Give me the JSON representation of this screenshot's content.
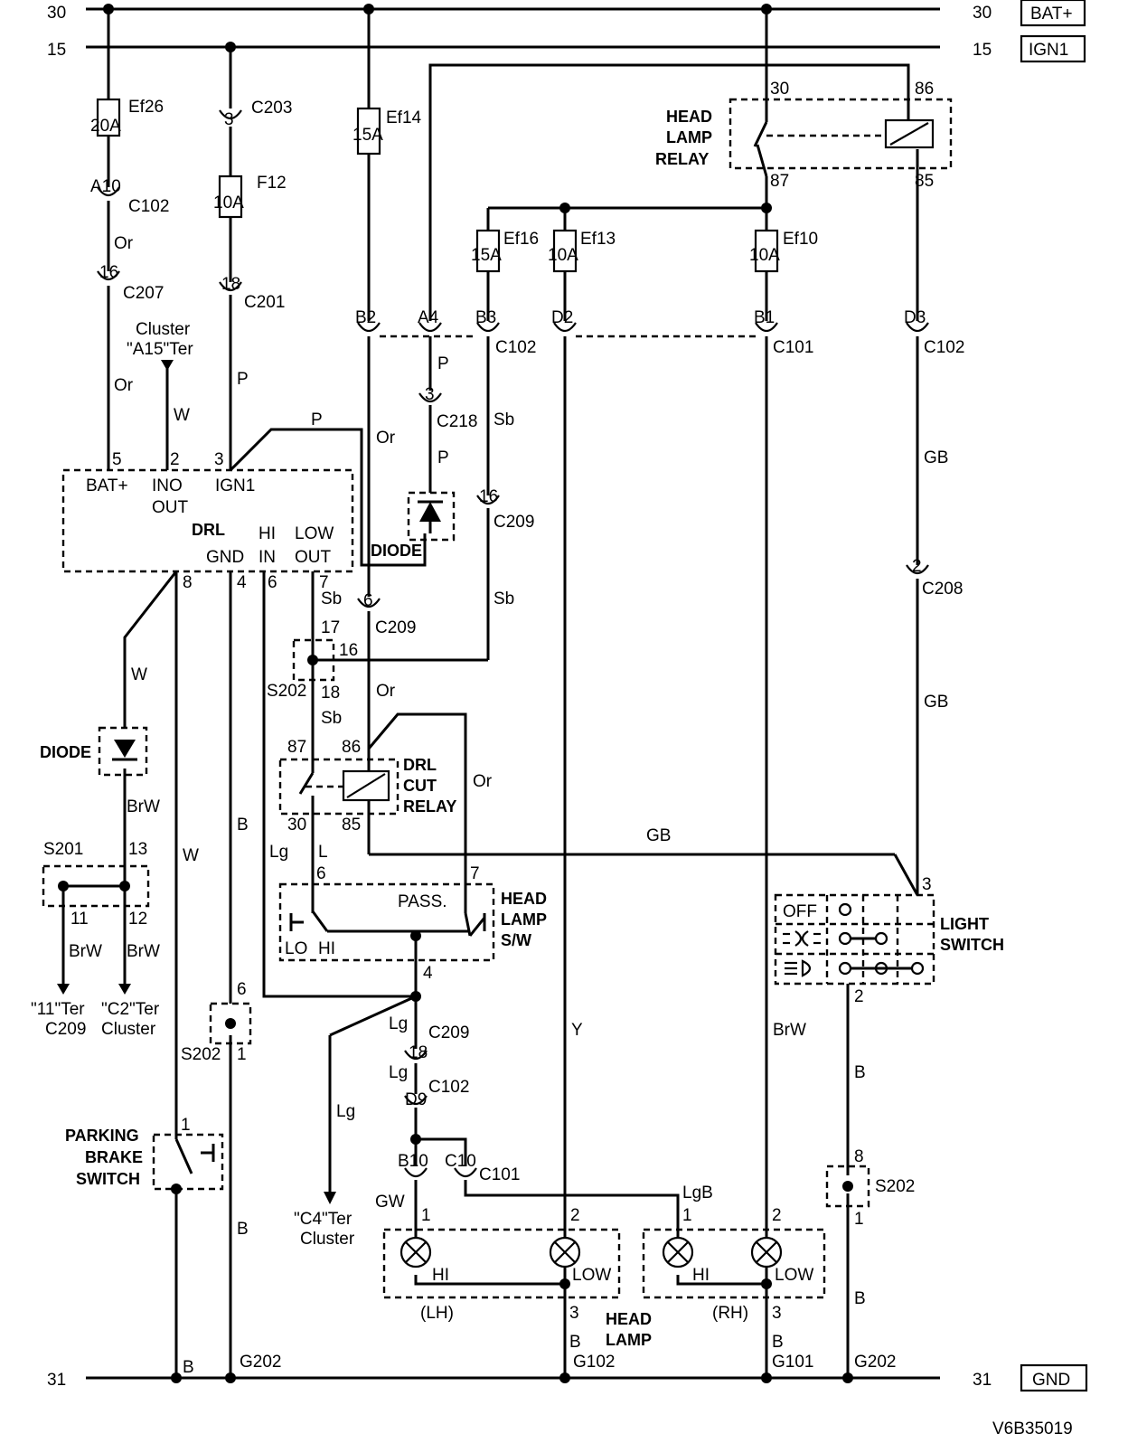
{
  "rails": {
    "top_30_left": "30",
    "top_30_right": "30",
    "bat_label": "BAT+",
    "top_15_left": "15",
    "top_15_right": "15",
    "ign_label": "IGN1",
    "bottom_31_left": "31",
    "bottom_31_right": "31",
    "gnd_label": "GND"
  },
  "fuses": {
    "ef26_name": "Ef26",
    "ef26_rating": "20A",
    "f12_name": "F12",
    "f12_rating": "10A",
    "ef14_name": "Ef14",
    "ef14_rating": "15A",
    "ef16_name": "Ef16",
    "ef16_rating": "15A",
    "ef13_name": "Ef13",
    "ef13_rating": "10A",
    "ef10_name": "Ef10",
    "ef10_rating": "10A"
  },
  "headlamp_relay": {
    "title1": "HEAD",
    "title2": "LAMP",
    "title3": "RELAY",
    "pin30": "30",
    "pin86": "86",
    "pin87": "87",
    "pin85": "85"
  },
  "connectors": {
    "c203": "C203",
    "c203_pin": "3",
    "c102_a": "C102",
    "c102_a_pin": "A10",
    "c207": "C207",
    "c207_pin": "16",
    "c201": "C201",
    "c201_pin": "18",
    "c102_b": "C102",
    "b2": "B2",
    "a4": "A4",
    "b3": "B3",
    "d2": "D2",
    "b1": "B1",
    "c101_a": "C101",
    "d3": "D3",
    "c102_c": "C102",
    "c218": "C218",
    "c218_pin": "3",
    "c209_a": "C209",
    "c209_a_pin": "16",
    "c208": "C208",
    "c208_pin": "2",
    "c209_b": "C209",
    "c209_b_pin": "6",
    "c209_c": "C209",
    "c209_c_pin": "18",
    "c102_d": "C102",
    "c102_d_pin": "D9",
    "c101_b": "C101",
    "b10": "B10",
    "c10": "C10"
  },
  "wires": {
    "or1": "Or",
    "or2": "Or",
    "p1": "P",
    "w1": "W",
    "p2": "P",
    "p3": "P",
    "p4": "P",
    "sb1": "Sb",
    "or3": "Or",
    "gb1": "GB",
    "sb2": "Sb",
    "sb3": "Sb",
    "or4": "Or",
    "sb4": "Sb",
    "or5": "Or",
    "gb2": "GB",
    "w2": "W",
    "brw1": "BrW",
    "w3": "W",
    "b1": "B",
    "lg1": "Lg",
    "l1": "L",
    "gb3": "GB",
    "brw2": "BrW",
    "brw3": "BrW",
    "lg2": "Lg",
    "lg3": "Lg",
    "lg4": "Lg",
    "y1": "Y",
    "brw4": "BrW",
    "b2": "B",
    "b3": "B",
    "gw": "GW",
    "lgb": "LgB",
    "b4": "B",
    "b5": "B",
    "b6": "B",
    "b7": "B"
  },
  "drl": {
    "name": "DRL",
    "pin5": "5",
    "pin2": "2",
    "pin3": "3",
    "bat": "BAT+",
    "ino": "INO",
    "out": "OUT",
    "ign1": "IGN1",
    "gnd": "GND",
    "hi": "HI",
    "in": "IN",
    "low": "LOW",
    "lowout": "OUT",
    "pin8": "8",
    "pin4": "4",
    "pin6": "6",
    "pin7": "7"
  },
  "cluster_a15": {
    "line1": "Cluster",
    "line2": "\"A15\"Ter"
  },
  "diode_top": "DIODE",
  "diode_left": "DIODE",
  "s202_top": {
    "name": "S202",
    "p17": "17",
    "p16": "16",
    "p18": "18"
  },
  "drl_cut_relay": {
    "t1": "DRL",
    "t2": "CUT",
    "t3": "RELAY",
    "p87": "87",
    "p86": "86",
    "p30": "30",
    "p85": "85"
  },
  "s201": {
    "name": "S201",
    "p13": "13",
    "p11": "11",
    "p12": "12"
  },
  "left_refs": {
    "r1a": "\"11\"Ter",
    "r1b": "C209",
    "r2a": "\"C2\"Ter",
    "r2b": "Cluster"
  },
  "headlamp_switch": {
    "t1": "HEAD",
    "t2": "LAMP",
    "t3": "S/W",
    "pass": "PASS.",
    "lo": "LO",
    "hi": "HI",
    "p6": "6",
    "p7": "7",
    "p4": "4"
  },
  "light_switch": {
    "t1": "LIGHT",
    "t2": "SWITCH",
    "off": "OFF",
    "p3": "3",
    "p2": "2"
  },
  "s202_mid": {
    "name": "S202",
    "p6": "6",
    "p1": "1"
  },
  "s202_right": {
    "name": "S202",
    "p8": "8",
    "p1": "1"
  },
  "parking_brake": {
    "t1": "PARKING",
    "t2": "BRAKE",
    "t3": "SWITCH",
    "p1": "1"
  },
  "c4_ref": {
    "line1": "\"C4\"Ter",
    "line2": "Cluster"
  },
  "head_lamps": {
    "lh_p1": "1",
    "lh_p2": "2",
    "lh_hi": "HI",
    "lh_low": "LOW",
    "lh_tag": "(LH)",
    "lh_p3": "3",
    "rh_p1": "1",
    "rh_p2": "2",
    "rh_hi": "HI",
    "rh_low": "LOW",
    "rh_tag": "(RH)",
    "rh_p3": "3",
    "t1": "HEAD",
    "t2": "LAMP"
  },
  "grounds": {
    "g202_a": "G202",
    "g102": "G102",
    "g101": "G101",
    "g202_b": "G202",
    "b_label": "B"
  },
  "figure_id": "V6B35019"
}
